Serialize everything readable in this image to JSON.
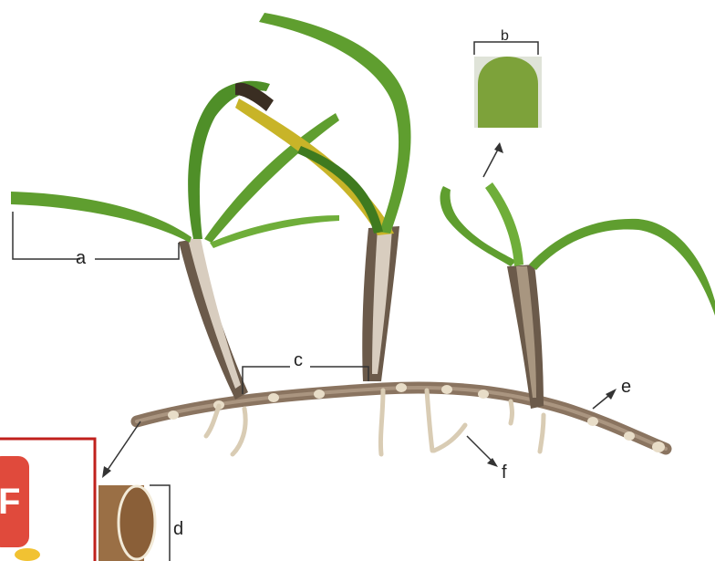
{
  "figure": {
    "labels": {
      "a": "a",
      "b": "b",
      "c": "c",
      "d": "d",
      "e": "e",
      "f": "f"
    },
    "app_badge_letter": "F",
    "colors": {
      "leaf": "#5f9e2f",
      "leaf_dark": "#3f7a1f",
      "leaf_yellow": "#c8b428",
      "stem": "#6b5a4a",
      "stem_light": "#d8cdbf",
      "root": "#8a7460",
      "root_node": "#e8ddc8",
      "inset_green": "#7da23a",
      "inset_brown": "#9a6f45",
      "badge_border": "#c0201c",
      "badge_red": "#e04a3c",
      "label_line": "#333333"
    }
  }
}
